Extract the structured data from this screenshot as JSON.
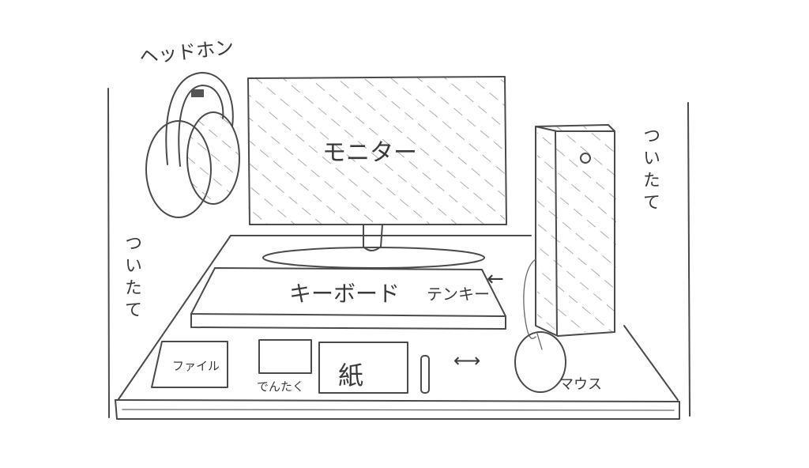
{
  "labels": {
    "headphones": "ヘッドホン",
    "monitor": "モニター",
    "keyboard": "キーボード",
    "tenkey": "テンキー",
    "partition_left": "ついたて",
    "partition_right": "ついたて",
    "file": "ファイル",
    "calculator": "でんたく",
    "paper": "紙",
    "mouse": "マウス"
  },
  "symbols": {
    "keyboard_arrow": "←",
    "mouse_arrow": "⟷"
  }
}
